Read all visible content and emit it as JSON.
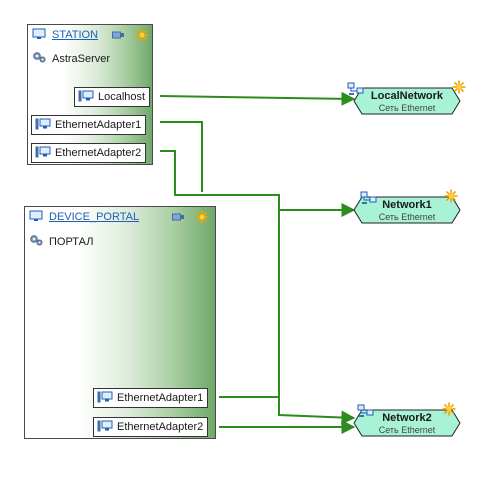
{
  "devices": [
    {
      "title": "STATION",
      "subtitle": "AstraServer",
      "ports": [
        "Localhost",
        "EthernetAdapter1",
        "EthernetAdapter2"
      ]
    },
    {
      "title": "DEVICE_PORTAL",
      "subtitle": "ПОРТАЛ",
      "ports": [
        "EthernetAdapter1",
        "EthernetAdapter2"
      ]
    }
  ],
  "networks": [
    {
      "name": "LocalNetwork",
      "type": "Сеть Ethernet"
    },
    {
      "name": "Network1",
      "type": "Сеть Ethernet"
    },
    {
      "name": "Network2",
      "type": "Сеть Ethernet"
    }
  ],
  "colors": {
    "link": "#2e8b1e",
    "title_link": "#1c5fb8",
    "network_fill": "#a8f2d6",
    "device_gradient_end": "#6fa86a"
  },
  "icons": {
    "device": "monitor-icon",
    "app": "gears-icon",
    "port": "network-port-icon",
    "network": "network-icon",
    "status": "sun-icon",
    "hdr": "server-icon"
  }
}
